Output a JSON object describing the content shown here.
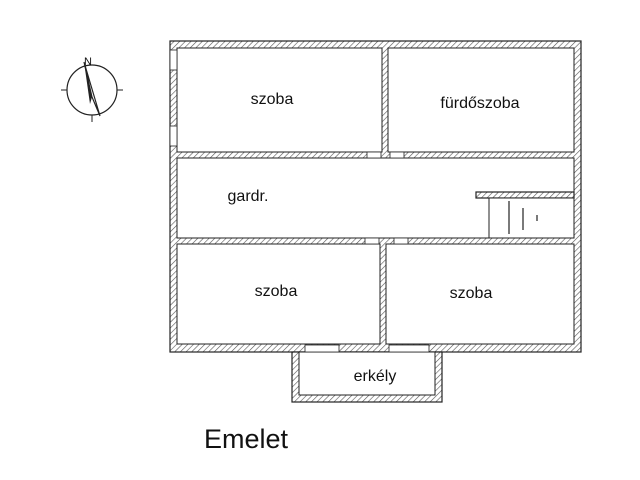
{
  "compass": {
    "north_letter": "N"
  },
  "rooms": {
    "room_top_left": "szoba",
    "bathroom": "fürdőszoba",
    "wardrobe": "gardr.",
    "room_bottom_left": "szoba",
    "room_bottom_right": "szoba",
    "balcony": "erkély"
  },
  "floor_title": "Emelet"
}
